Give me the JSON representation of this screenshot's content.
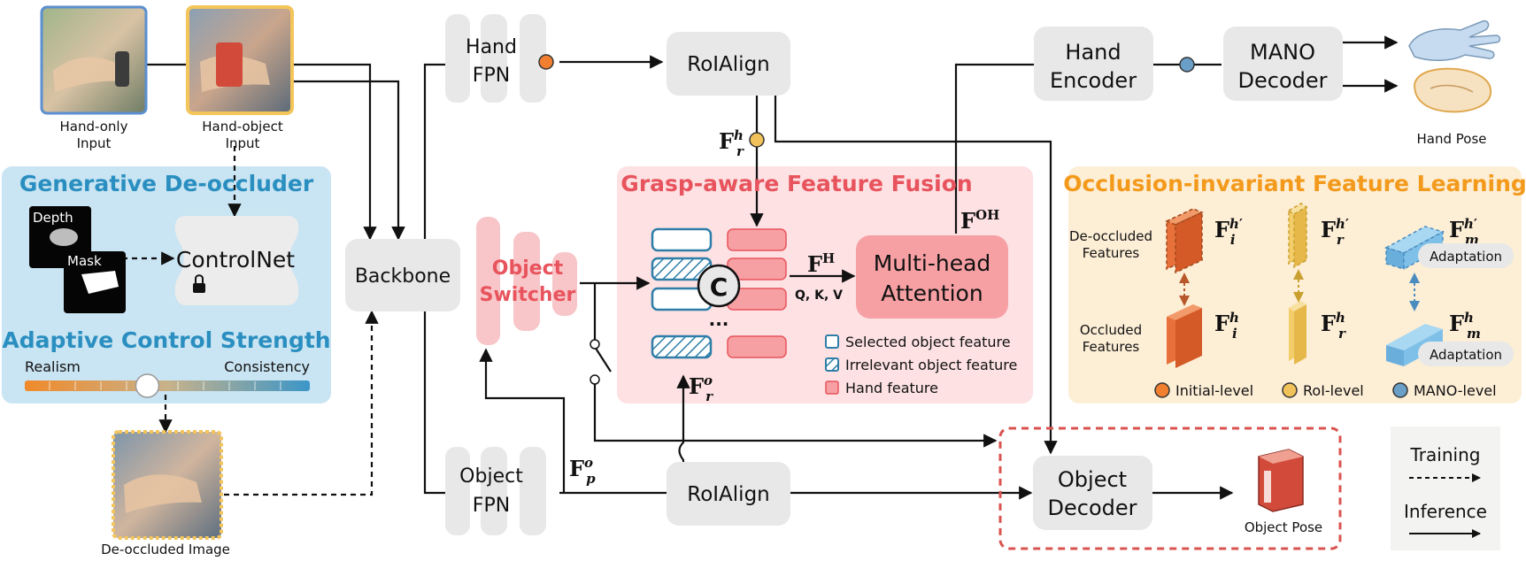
{
  "inputs": {
    "hand_only": [
      "Hand-only",
      "Input"
    ],
    "hand_object": [
      "Hand-object",
      "Input"
    ],
    "deoccluded": "De-occluded Image"
  },
  "deoccluder": {
    "title": "Generative De-occluder",
    "depth": "Depth",
    "mask": "Mask",
    "controlnet": "ControlNet",
    "strength_title": "Adaptive Control Strength",
    "realism": "Realism",
    "consistency": "Consistency",
    "slider_value": 0.43
  },
  "backbone": "Backbone",
  "hand_fpn": [
    "Hand",
    "FPN"
  ],
  "object_fpn": [
    "Object",
    "FPN"
  ],
  "roialign_top": "RoIAlign",
  "roialign_bottom": "RoIAlign",
  "object_switcher": [
    "Object",
    "Switcher"
  ],
  "hand_encoder": [
    "Hand",
    "Encoder"
  ],
  "mano_decoder": [
    "MANO",
    "Decoder"
  ],
  "hand_pose": "Hand Pose",
  "object_decoder": [
    "Object",
    "Decoder"
  ],
  "object_pose": "Object Pose",
  "fusion": {
    "title": "Grasp-aware Feature Fusion",
    "concat_symbol": "C",
    "ellipsis": "...",
    "attention": [
      "Multi-head",
      "Attention"
    ],
    "qkv": "Q, K, V",
    "legend": [
      "Selected object feature",
      "Irrelevant object feature",
      "Hand feature"
    ]
  },
  "symbols": {
    "F": "F",
    "frh_sub": "r",
    "frh_sup": "h",
    "fro_sub": "r",
    "fro_sup": "o",
    "fpo_sub": "p",
    "fpo_sup": "o",
    "fh_sup": "H",
    "foh_sup": "OH"
  },
  "occlusion": {
    "title": "Occlusion-invariant Feature Learning",
    "deoccluded": [
      "De-occluded",
      "Features"
    ],
    "occluded": [
      "Occluded",
      "Features"
    ],
    "fi_sub": "i",
    "fr_sub": "r",
    "fm_sub": "m",
    "sup": "h",
    "prime": "′",
    "adaptation": "Adaptation",
    "levels": [
      "Initial-level",
      "RoI-level",
      "MANO-level"
    ]
  },
  "mode_legend": {
    "training": "Training",
    "inference": "Inference"
  },
  "colors": {
    "gray_box": "#e8e8e8",
    "blue_panel": "#c9e4f2",
    "blue_title": "#2a8fc0",
    "pink_panel": "#fde1e3",
    "pink_title": "#e8545d",
    "orange_panel": "#fdeed6",
    "orange_title": "#f39a1c",
    "hand_feat": "#f6a0a4",
    "obj_border": "#2e7ea8",
    "dashed_red": "#d9534f",
    "orange_dot": "#f08030",
    "yellow_dot": "#f2c25a",
    "blue_dot": "#6a9fc8",
    "cube_orange": "#e8703a",
    "cube_yellow": "#f3cd6a",
    "cube_blue": "#7ec0e8"
  }
}
